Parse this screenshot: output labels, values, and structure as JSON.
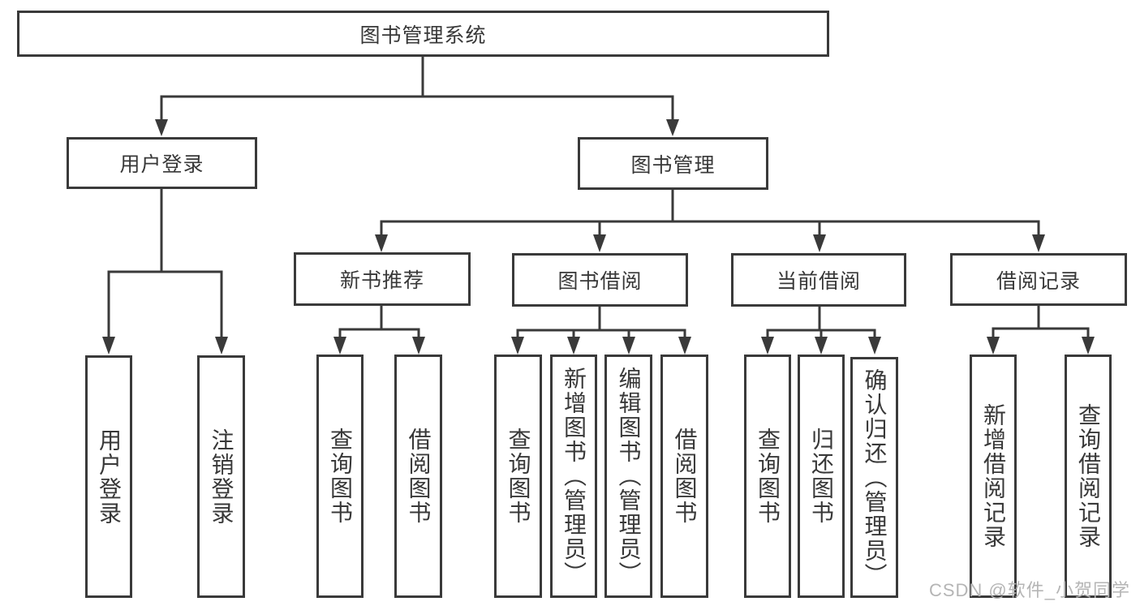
{
  "diagram": {
    "root": {
      "label": "图书管理系统"
    },
    "branches": [
      {
        "label": "用户登录",
        "leaves": [
          {
            "label": "用户登录"
          },
          {
            "label": "注销登录"
          }
        ]
      },
      {
        "label": "图书管理",
        "groups": [
          {
            "label": "新书推荐",
            "leaves": [
              {
                "label": "查询图书"
              },
              {
                "label": "借阅图书"
              }
            ]
          },
          {
            "label": "图书借阅",
            "leaves": [
              {
                "label": "查询图书"
              },
              {
                "label": "新增图书（管理员）"
              },
              {
                "label": "编辑图书（管理员）"
              },
              {
                "label": "借阅图书"
              }
            ]
          },
          {
            "label": "当前借阅",
            "leaves": [
              {
                "label": "查询图书"
              },
              {
                "label": "归还图书"
              },
              {
                "label": "确认归还（管理员）"
              }
            ]
          },
          {
            "label": "借阅记录",
            "leaves": [
              {
                "label": "新增借阅记录"
              },
              {
                "label": "查询借阅记录"
              }
            ]
          }
        ]
      }
    ]
  },
  "watermark": {
    "text": "CSDN @软件_小贺同学"
  },
  "colors": {
    "line": "#3a3a3a",
    "box_border": "#3a3a3a",
    "text": "#383838",
    "background": "#ffffff",
    "watermark": "#b5b5b5"
  }
}
